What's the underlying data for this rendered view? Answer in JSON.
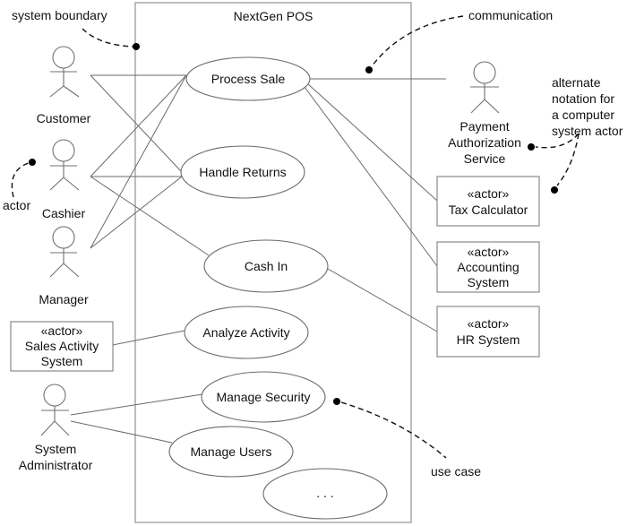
{
  "system": {
    "title": "NextGen POS"
  },
  "use_cases": {
    "process_sale": "Process Sale",
    "handle_returns": "Handle Returns",
    "cash_in": "Cash In",
    "analyze_activity": "Analyze Activity",
    "manage_security": "Manage Security",
    "manage_users": "Manage Users",
    "more": ". . ."
  },
  "actors": {
    "customer": "Customer",
    "cashier": "Cashier",
    "manager": "Manager",
    "system_administrator": [
      "System",
      "Administrator"
    ],
    "payment_authorization_service": [
      "Payment",
      "Authorization",
      "Service"
    ]
  },
  "system_actors": {
    "stereotype": "«actor»",
    "sales_activity_system": [
      "Sales Activity",
      "System"
    ],
    "tax_calculator": [
      "Tax Calculator"
    ],
    "accounting_system": [
      "Accounting",
      "System"
    ],
    "hr_system": [
      "HR System"
    ]
  },
  "annotations": {
    "system_boundary": "system boundary",
    "communication": "communication",
    "actor": "actor",
    "alternate_notation": [
      "alternate",
      "notation for",
      "a computer",
      "system actor"
    ],
    "use_case": "use case"
  }
}
